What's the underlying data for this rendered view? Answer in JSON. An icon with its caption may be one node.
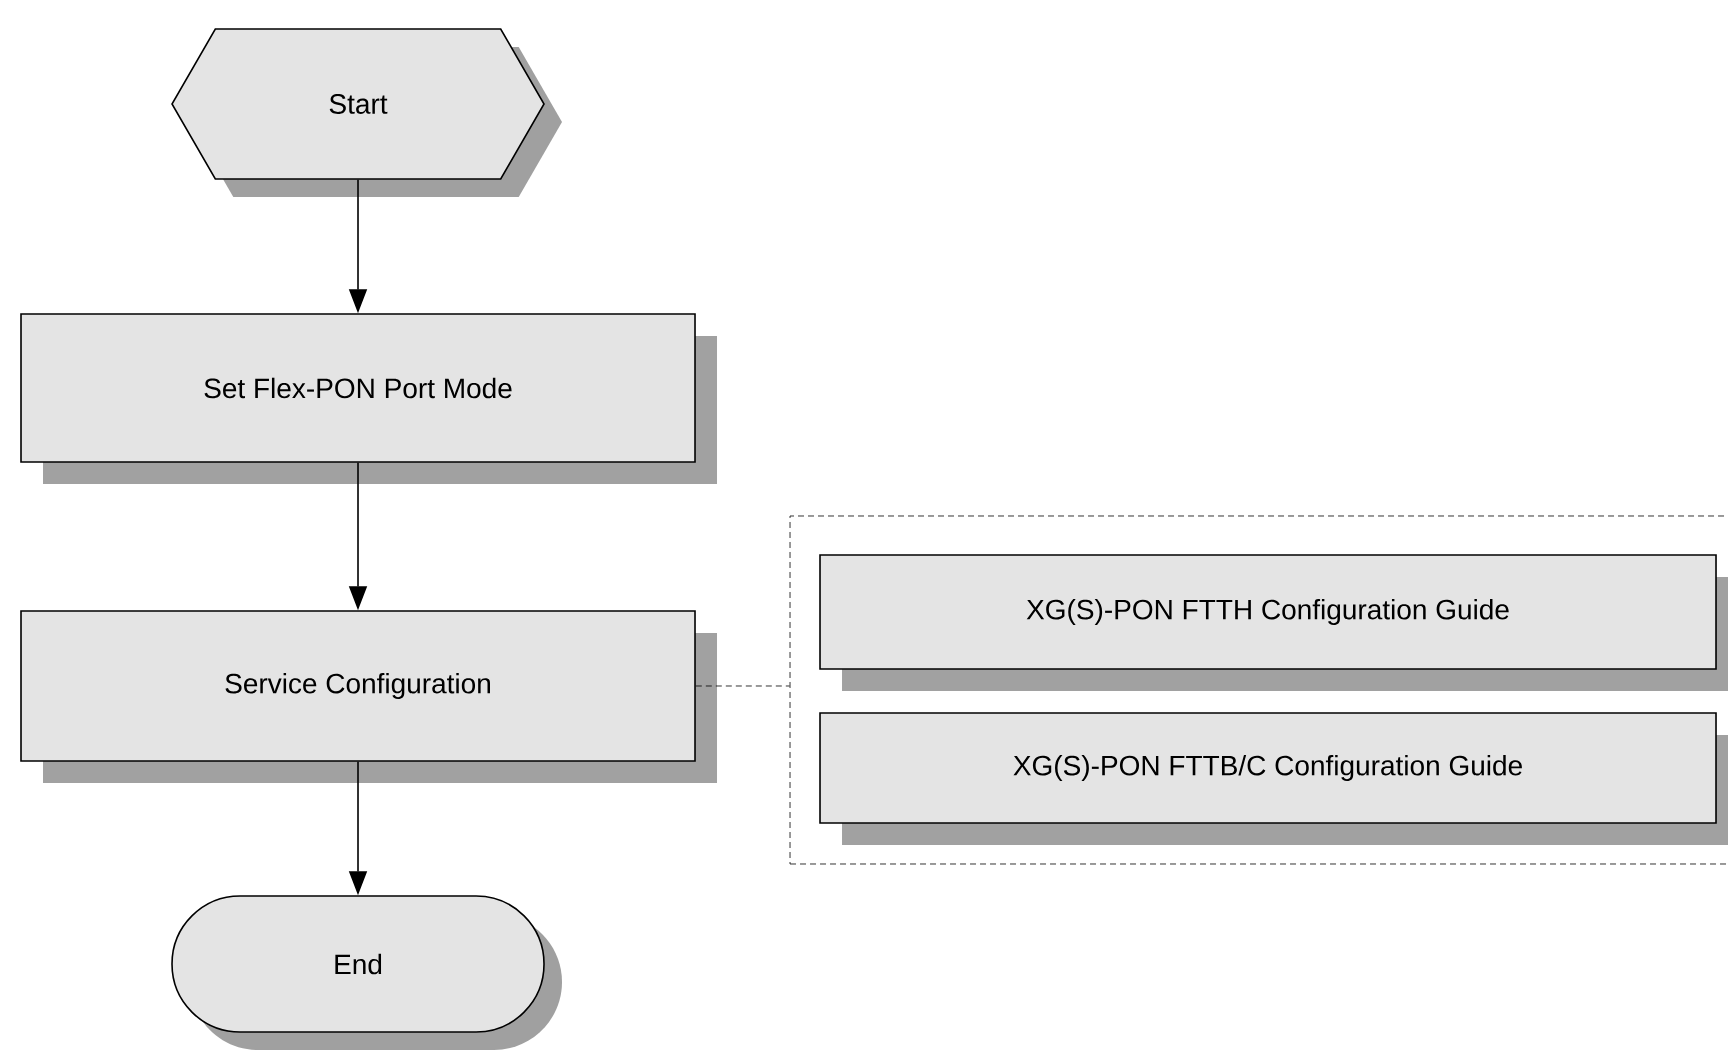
{
  "diagram": {
    "nodes": [
      {
        "text": [
          "Start"
        ]
      },
      {
        "text": [
          "Set Flex-PON Port Mode"
        ]
      },
      {
        "text": [
          "Service Configuration"
        ]
      },
      {
        "text": [
          "End"
        ]
      },
      {
        "text": [],
        "shape": "box"
      },
      {
        "text": [
          "XG(S)-PON FTTH Configuration Guide"
        ],
        "in": 4
      },
      {
        "text": [
          "XG(S)-PON FTTB/C Configuration Guide"
        ],
        "in": 4
      }
    ],
    "edges": [
      {
        "from": 0,
        "to": 1,
        "arrow": "to"
      },
      {
        "from": 1,
        "to": 2,
        "arrow": "to"
      },
      {
        "from": 2,
        "to": 3,
        "arrow": "to"
      },
      {
        "from": 2,
        "to": 4,
        "arrow": "none",
        "style": "dashed"
      }
    ]
  }
}
